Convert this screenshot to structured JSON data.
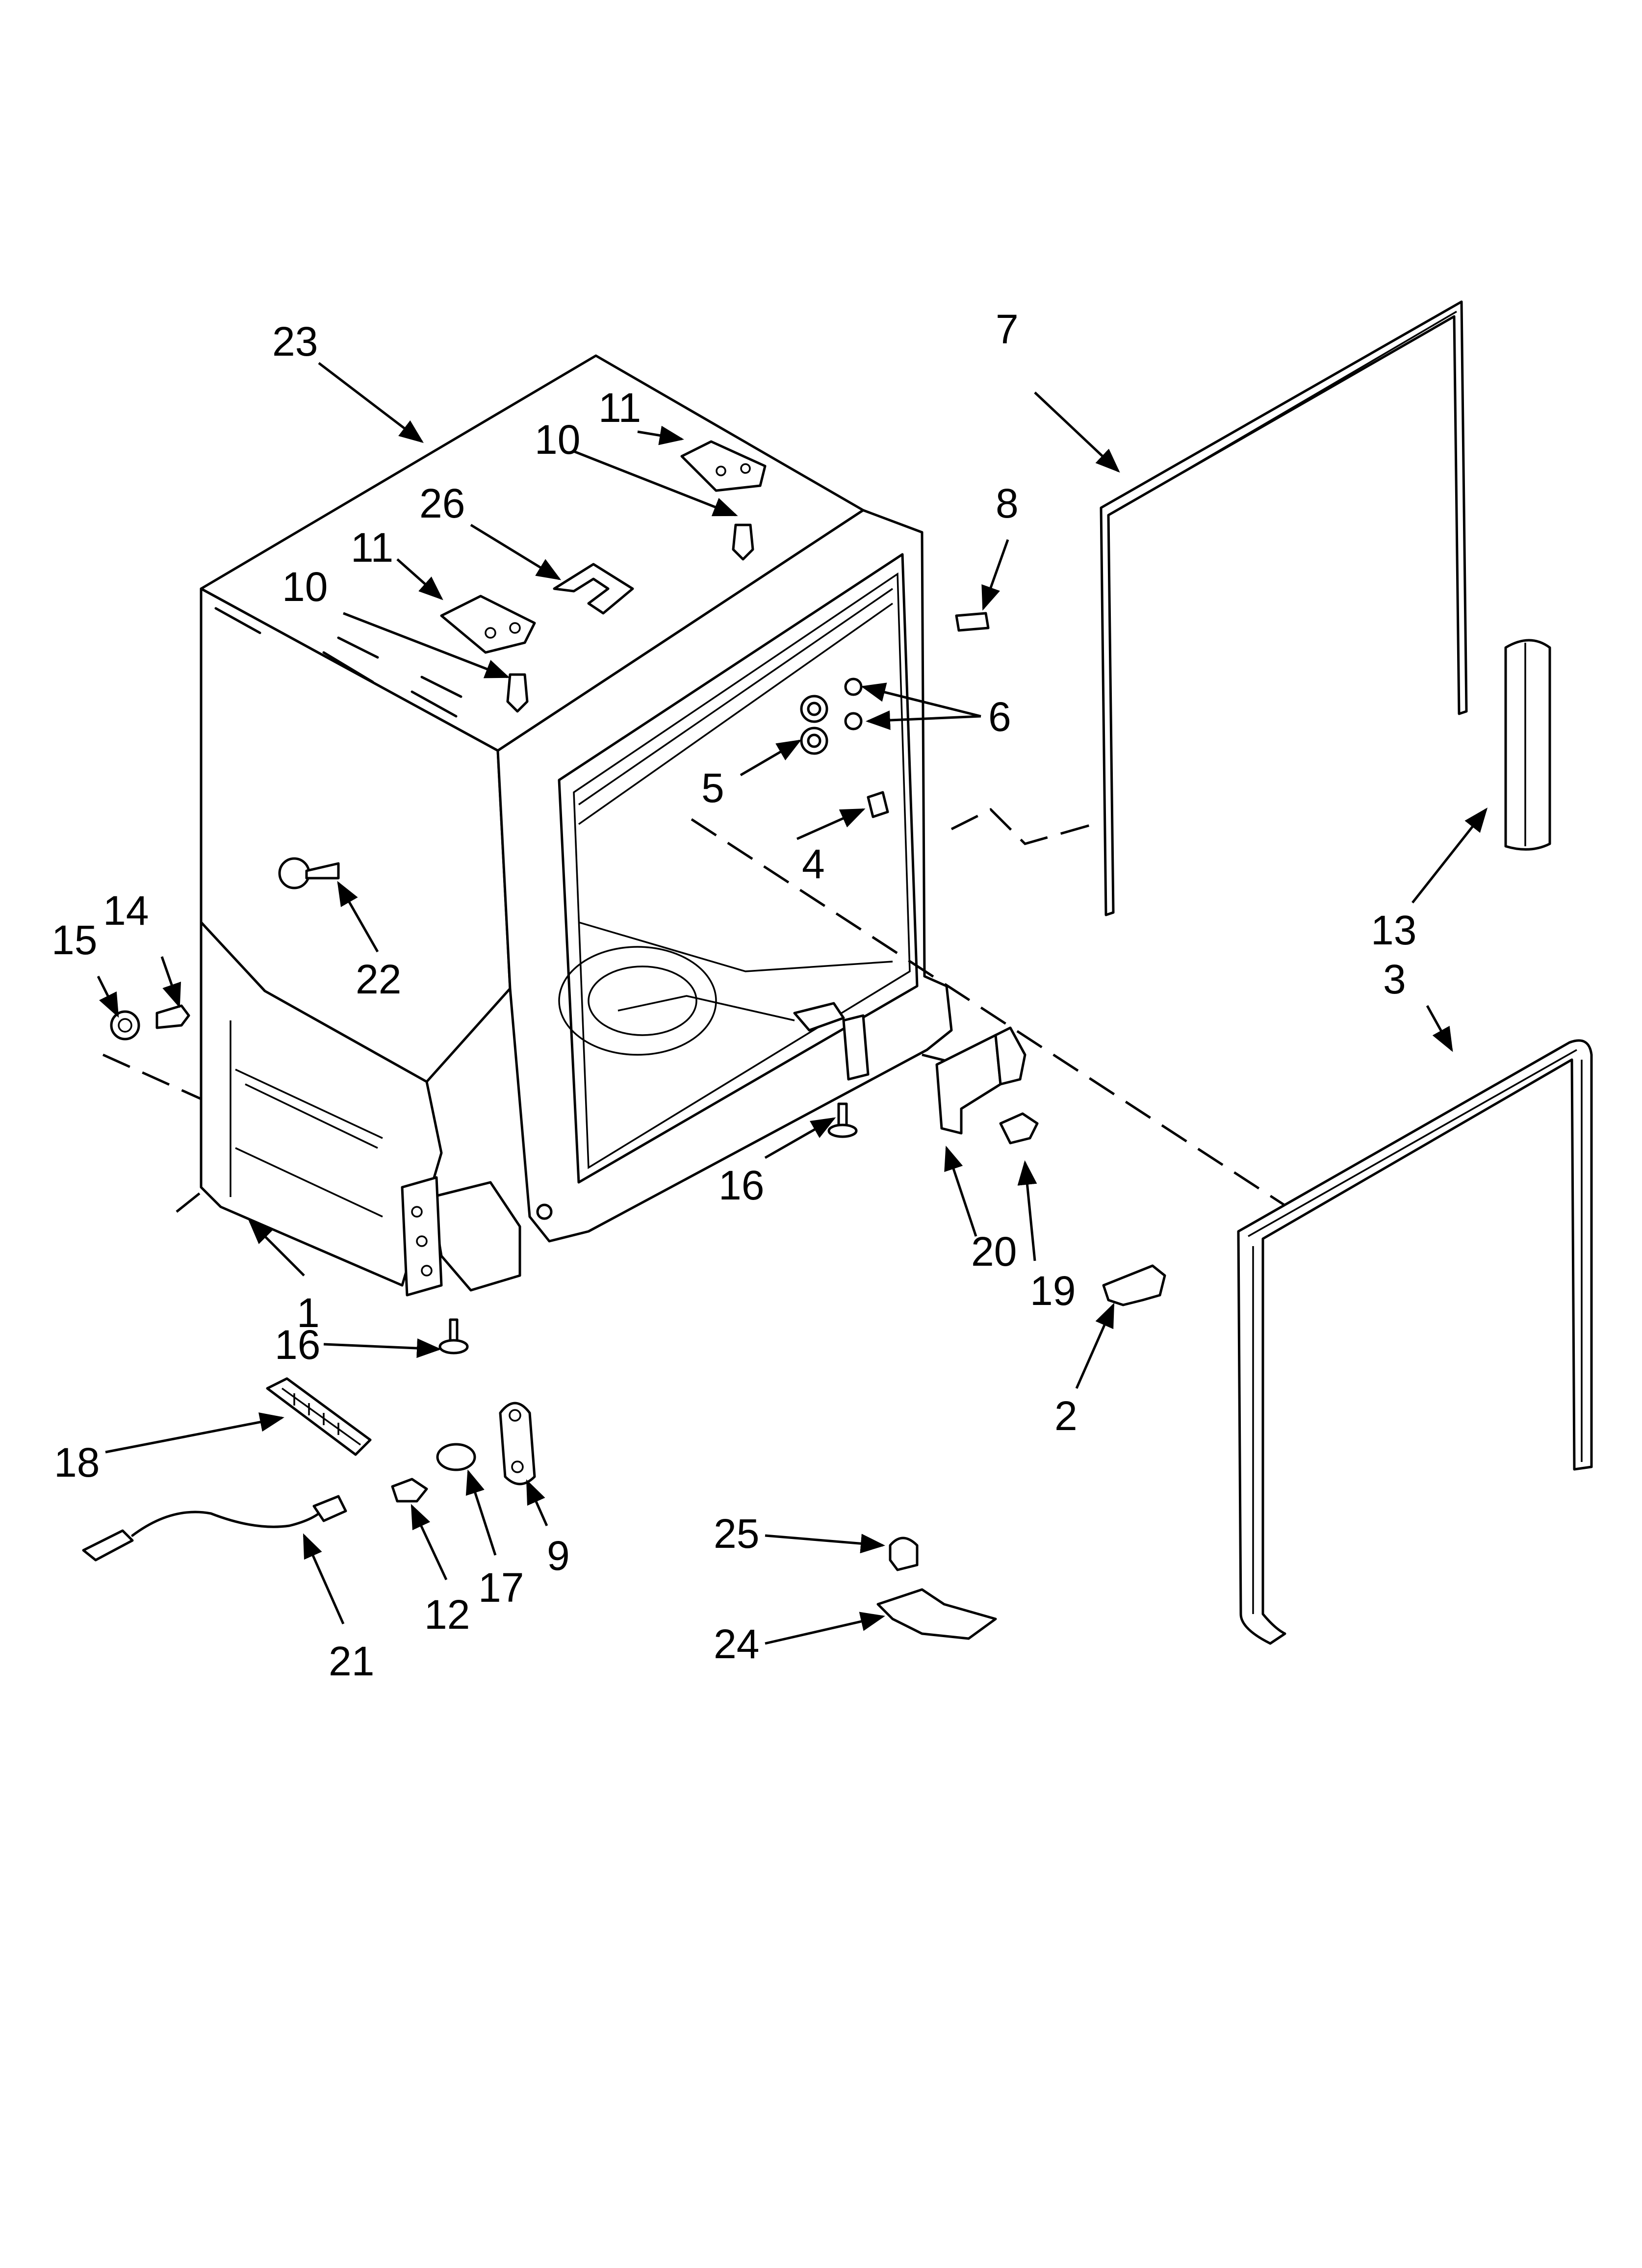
{
  "callouts": [
    {
      "id": "c1",
      "text": "1"
    },
    {
      "id": "c2",
      "text": "2"
    },
    {
      "id": "c3",
      "text": "3"
    },
    {
      "id": "c4",
      "text": "4"
    },
    {
      "id": "c5",
      "text": "5"
    },
    {
      "id": "c6",
      "text": "6"
    },
    {
      "id": "c7",
      "text": "7"
    },
    {
      "id": "c8",
      "text": "8"
    },
    {
      "id": "c9",
      "text": "9"
    },
    {
      "id": "c10a",
      "text": "10"
    },
    {
      "id": "c10b",
      "text": "10"
    },
    {
      "id": "c11a",
      "text": "11"
    },
    {
      "id": "c11b",
      "text": "11"
    },
    {
      "id": "c12",
      "text": "12"
    },
    {
      "id": "c13",
      "text": "13"
    },
    {
      "id": "c14",
      "text": "14"
    },
    {
      "id": "c15",
      "text": "15"
    },
    {
      "id": "c16a",
      "text": "16"
    },
    {
      "id": "c16b",
      "text": "16"
    },
    {
      "id": "c17",
      "text": "17"
    },
    {
      "id": "c18",
      "text": "18"
    },
    {
      "id": "c19",
      "text": "19"
    },
    {
      "id": "c20",
      "text": "20"
    },
    {
      "id": "c21",
      "text": "21"
    },
    {
      "id": "c22",
      "text": "22"
    },
    {
      "id": "c23",
      "text": "23"
    },
    {
      "id": "c24",
      "text": "24"
    },
    {
      "id": "c25",
      "text": "25"
    },
    {
      "id": "c26",
      "text": "26"
    }
  ],
  "colors": {
    "line": "#000000",
    "background": "#ffffff",
    "shade": "#dddddd"
  }
}
